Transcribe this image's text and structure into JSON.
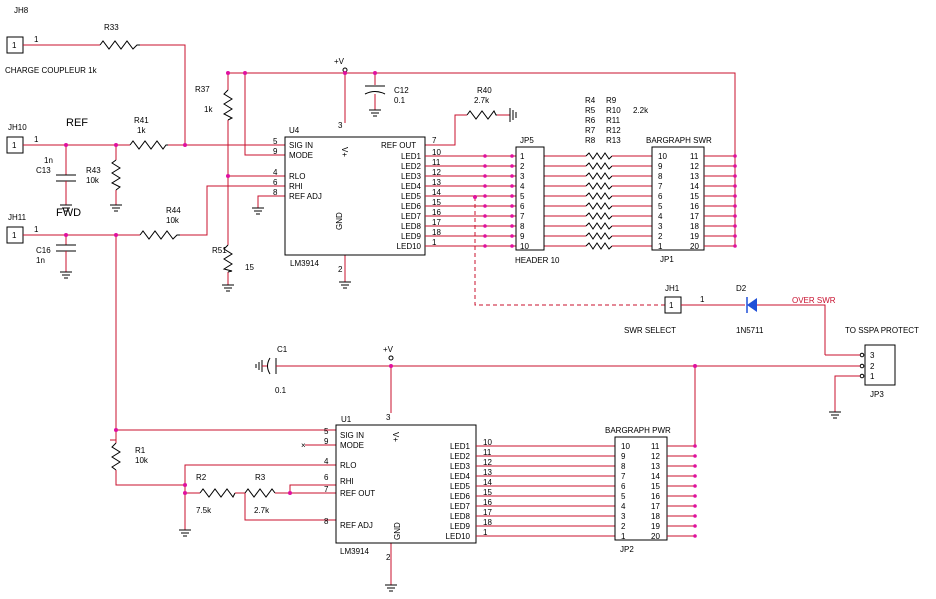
{
  "connectors": {
    "jh8": {
      "ref": "JH8",
      "pin": "1",
      "pin_no": "1",
      "label": "CHARGE COUPLEUR 1k"
    },
    "jh10": {
      "ref": "JH10",
      "pin": "1",
      "pin_no": "1",
      "label": "REF"
    },
    "jh11": {
      "ref": "JH11",
      "pin": "1",
      "pin_no": "1",
      "label": "FWD"
    },
    "jh1": {
      "ref": "JH1",
      "pin": "1",
      "pin_no": "1",
      "label": "SWR SELECT"
    },
    "jp3": {
      "ref": "JP3",
      "label": "TO SSPA PROTECT",
      "pins": [
        "3",
        "2",
        "1"
      ]
    },
    "jp5": {
      "ref": "JP5",
      "label": "HEADER 10",
      "pins": [
        "1",
        "2",
        "3",
        "4",
        "5",
        "6",
        "7",
        "8",
        "9",
        "10"
      ]
    }
  },
  "power": {
    "vplus_top": "+V",
    "vplus_bottom": "+V"
  },
  "resistors": {
    "r33": {
      "ref": "R33"
    },
    "r37": {
      "ref": "R37",
      "value": "1k"
    },
    "r41": {
      "ref": "R41",
      "value": "1k"
    },
    "r43": {
      "ref": "R43",
      "value": "10k"
    },
    "r44": {
      "ref": "R44",
      "value": "10k"
    },
    "r51": {
      "ref": "R51",
      "value": "15"
    },
    "r40": {
      "ref": "R40",
      "value": "2.7k"
    },
    "r1": {
      "ref": "R1",
      "value": "10k"
    },
    "r2": {
      "ref": "R2",
      "value": "7.5k"
    },
    "r3": {
      "ref": "R3",
      "value": "2.7k"
    },
    "array_col1": [
      "R4",
      "R5",
      "R6",
      "R7",
      "R8"
    ],
    "array_col2": [
      "R9",
      "R10",
      "R11",
      "R12",
      "R13"
    ],
    "array_value": "2.2k"
  },
  "capacitors": {
    "c12": {
      "ref": "C12",
      "value": "0.1"
    },
    "c13": {
      "ref": "C13",
      "value": "1n"
    },
    "c16": {
      "ref": "C16",
      "value": "1n"
    },
    "c1": {
      "ref": "C1",
      "value": "0.1"
    }
  },
  "diode": {
    "ref": "D2",
    "part": "1N5711",
    "net": "OVER SWR"
  },
  "ic_u4": {
    "ref": "U4",
    "part": "LM3914",
    "left_pins": [
      {
        "no": "5",
        "name": "SIG IN"
      },
      {
        "no": "9",
        "name": "MODE"
      },
      {
        "no": "4",
        "name": "RLO"
      },
      {
        "no": "6",
        "name": "RHI"
      },
      {
        "no": "8",
        "name": "REF ADJ"
      }
    ],
    "ref_out": {
      "no": "7",
      "name": "REF OUT"
    },
    "leds": [
      "LED1",
      "LED2",
      "LED3",
      "LED4",
      "LED5",
      "LED6",
      "LED7",
      "LED8",
      "LED9",
      "LED10"
    ],
    "led_pins": [
      "10",
      "11",
      "12",
      "13",
      "14",
      "15",
      "16",
      "17",
      "18",
      "1"
    ],
    "vplus": {
      "no": "3",
      "name": "V+"
    },
    "gnd": {
      "no": "2",
      "name": "GND"
    }
  },
  "ic_u1": {
    "ref": "U1",
    "part": "LM3914",
    "left_pins": [
      {
        "no": "5",
        "name": "SIG IN"
      },
      {
        "no": "9",
        "name": "MODE"
      },
      {
        "no": "4",
        "name": "RLO"
      },
      {
        "no": "6",
        "name": "RHI"
      },
      {
        "no": "7",
        "name": "REF OUT"
      },
      {
        "no": "8",
        "name": "REF ADJ"
      }
    ],
    "leds": [
      "LED1",
      "LED2",
      "LED3",
      "LED4",
      "LED5",
      "LED6",
      "LED7",
      "LED8",
      "LED9",
      "LED10"
    ],
    "led_pins": [
      "10",
      "11",
      "12",
      "13",
      "14",
      "15",
      "16",
      "17",
      "18",
      "1"
    ],
    "vplus": {
      "no": "3",
      "name": "V+"
    },
    "gnd": {
      "no": "2",
      "name": "GND"
    }
  },
  "bargraph_swr": {
    "title": "BARGRAPH SWR",
    "ref": "JP1",
    "left": [
      "10",
      "9",
      "8",
      "7",
      "6",
      "5",
      "4",
      "3",
      "2",
      "1"
    ],
    "right": [
      "11",
      "12",
      "13",
      "14",
      "15",
      "16",
      "17",
      "18",
      "19",
      "20"
    ]
  },
  "bargraph_pwr": {
    "title": "BARGRAPH PWR",
    "ref": "JP2",
    "left": [
      "10",
      "9",
      "8",
      "7",
      "6",
      "5",
      "4",
      "3",
      "2",
      "1"
    ],
    "right": [
      "11",
      "12",
      "13",
      "14",
      "15",
      "16",
      "17",
      "18",
      "19",
      "20"
    ]
  }
}
